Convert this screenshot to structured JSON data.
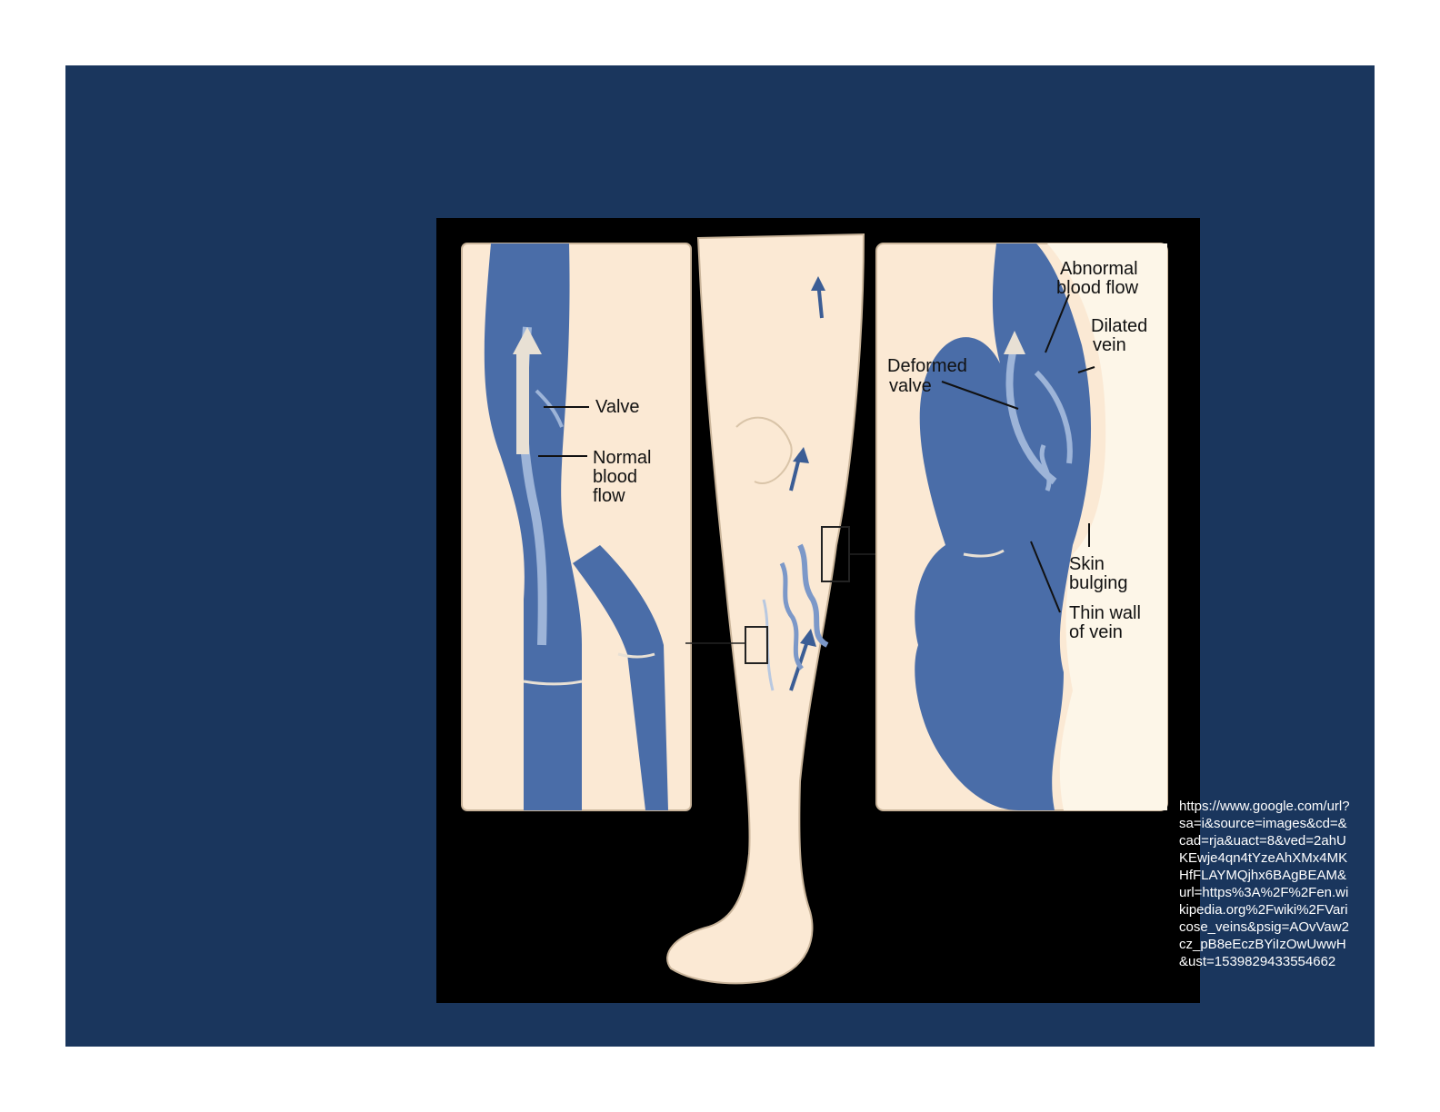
{
  "diagram": {
    "left_panel": {
      "valve_label": "Valve",
      "normal_flow_label": [
        "Normal",
        "blood",
        "flow"
      ]
    },
    "right_panel": {
      "abnormal_flow_label": [
        "Abnormal",
        "blood flow"
      ],
      "dilated_vein_label": [
        "Dilated",
        "vein"
      ],
      "deformed_valve_label": [
        "Deformed",
        "valve"
      ],
      "skin_bulging_label": [
        "Skin",
        "bulging"
      ],
      "thin_wall_label": [
        "Thin wall",
        "of vein"
      ]
    }
  },
  "source_url": "https://www.google.com/url?sa=i&source=images&cd=&cad=rja&uact=8&ved=2ahUKEwje4qn4tYzeAhXMx4MKHfFLAYMQjhx6BAgBEAM&url=https%3A%2F%2Fen.wikipedia.org%2Fwiki%2FVaricose_veins&psig=AOvVaw2cz_pB8eEczBYiIzOwUwwH&ust=1539829433554662",
  "colors": {
    "background": "#1a365d",
    "skin": "#fbe9d4",
    "vein": "#4a6da8",
    "vein_light": "#9db4d8"
  }
}
